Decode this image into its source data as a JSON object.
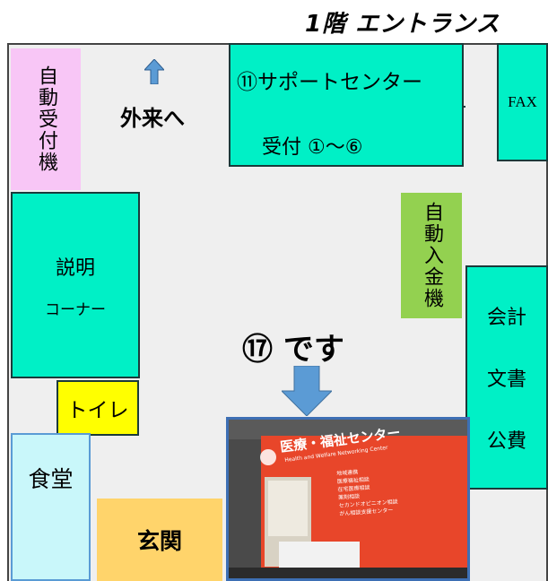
{
  "title": "1階 エントランス",
  "rooms": {
    "auto_reception": "自動受付機",
    "to_outpatient": "外来へ",
    "support_center": "⑪サポートセンター",
    "reception": "受付 ①〜⑥",
    "fax": "FAX",
    "explanation_corner_1": "説明",
    "explanation_corner_2": "コーナー",
    "auto_payment": "自動入金機",
    "accounting": "会計",
    "documents": "文書",
    "public_expense": "公費",
    "toilet": "トイレ",
    "cafeteria": "食堂",
    "entrance": "玄関"
  },
  "marker": {
    "text": "⑰ です"
  },
  "photo": {
    "sign_main": "医療・福祉センター",
    "sign_sub": "Health and Welfare Networking Center",
    "sign_lines": [
      "地域連携",
      "医療福祉相談",
      "在宅医療相談",
      "薬剤相談",
      "セカンドオピニオン相談",
      "がん相談支援センター"
    ]
  },
  "colors": {
    "teal": "#00f0c6",
    "pink": "#f8c6f6",
    "green": "#93d150",
    "yellow": "#ffff00",
    "lightblue": "#c9f7fa",
    "peach": "#ffd46b",
    "arrow": "#5b9bd5",
    "sign": "#e8462a"
  },
  "icons": {
    "up_arrow": "arrow-up-icon",
    "down_arrow": "arrow-down-icon"
  }
}
